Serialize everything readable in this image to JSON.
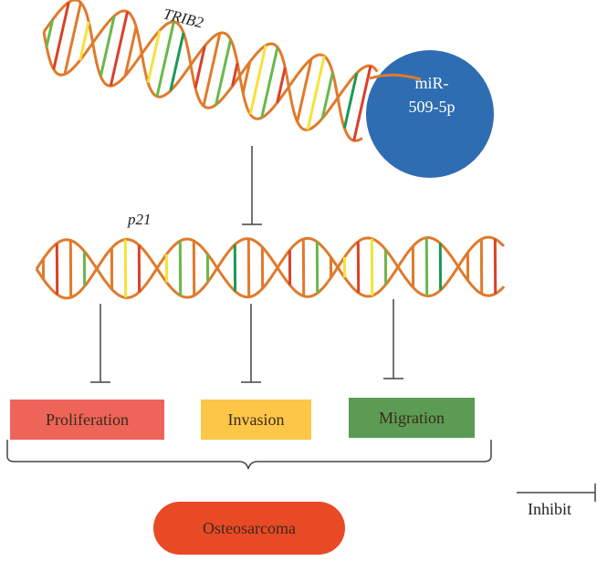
{
  "genes": {
    "top": "TRIB2",
    "middle": "p21"
  },
  "mirna": {
    "line1": "miR-",
    "line2": "509-5p",
    "color": "#2f6db3"
  },
  "outcomes": [
    {
      "label": "Proliferation",
      "color": "#ee6458"
    },
    {
      "label": "Invasion",
      "color": "#fdc649"
    },
    {
      "label": "Migration",
      "color": "#5c9b53"
    }
  ],
  "disease": {
    "label": "Osteosarcoma",
    "color": "#e94a26"
  },
  "legend": {
    "inhibit_label": "Inhibit"
  },
  "helix": {
    "strand_color": "#e07a2c",
    "rung_colors": [
      "#e07a2c",
      "#d9412b",
      "#f5e23a",
      "#69b84a",
      "#1a9a55"
    ]
  }
}
